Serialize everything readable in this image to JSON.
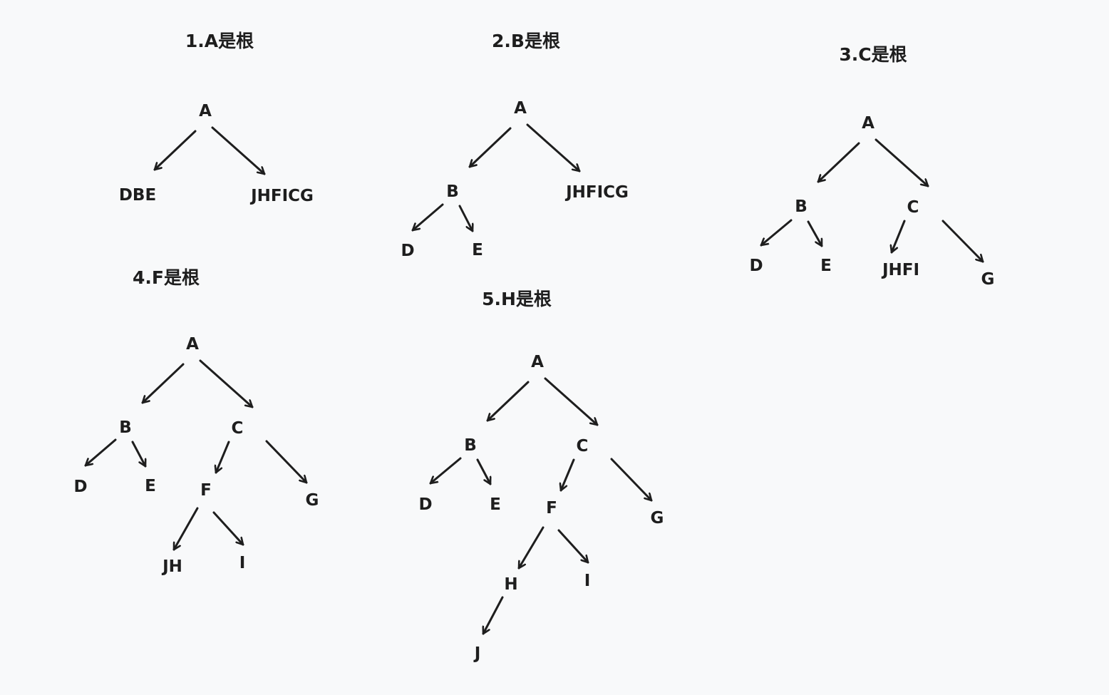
{
  "diagram": {
    "titles": [
      "1.A是根",
      "2.B是根",
      "3.C是根",
      "4.F是根",
      "5.H是根"
    ],
    "trees": [
      {
        "nodes": [
          "A",
          "DBE",
          "JHFICG"
        ],
        "edges": [
          [
            "A",
            "DBE"
          ],
          [
            "A",
            "JHFICG"
          ]
        ]
      },
      {
        "nodes": [
          "A",
          "B",
          "JHFICG",
          "D",
          "E"
        ],
        "edges": [
          [
            "A",
            "B"
          ],
          [
            "A",
            "JHFICG"
          ],
          [
            "B",
            "D"
          ],
          [
            "B",
            "E"
          ]
        ]
      },
      {
        "nodes": [
          "A",
          "B",
          "C",
          "D",
          "E",
          "JHFI",
          "G"
        ],
        "edges": [
          [
            "A",
            "B"
          ],
          [
            "A",
            "C"
          ],
          [
            "B",
            "D"
          ],
          [
            "B",
            "E"
          ],
          [
            "C",
            "JHFI"
          ],
          [
            "C",
            "G"
          ]
        ]
      },
      {
        "nodes": [
          "A",
          "B",
          "C",
          "D",
          "E",
          "F",
          "G",
          "JH",
          "I"
        ],
        "edges": [
          [
            "A",
            "B"
          ],
          [
            "A",
            "C"
          ],
          [
            "B",
            "D"
          ],
          [
            "B",
            "E"
          ],
          [
            "C",
            "F"
          ],
          [
            "C",
            "G"
          ],
          [
            "F",
            "JH"
          ],
          [
            "F",
            "I"
          ]
        ]
      },
      {
        "nodes": [
          "A",
          "B",
          "C",
          "D",
          "E",
          "F",
          "G",
          "H",
          "I",
          "J"
        ],
        "edges": [
          [
            "A",
            "B"
          ],
          [
            "A",
            "C"
          ],
          [
            "B",
            "D"
          ],
          [
            "B",
            "E"
          ],
          [
            "C",
            "F"
          ],
          [
            "C",
            "G"
          ],
          [
            "F",
            "H"
          ],
          [
            "F",
            "I"
          ],
          [
            "H",
            "J"
          ]
        ]
      }
    ]
  }
}
